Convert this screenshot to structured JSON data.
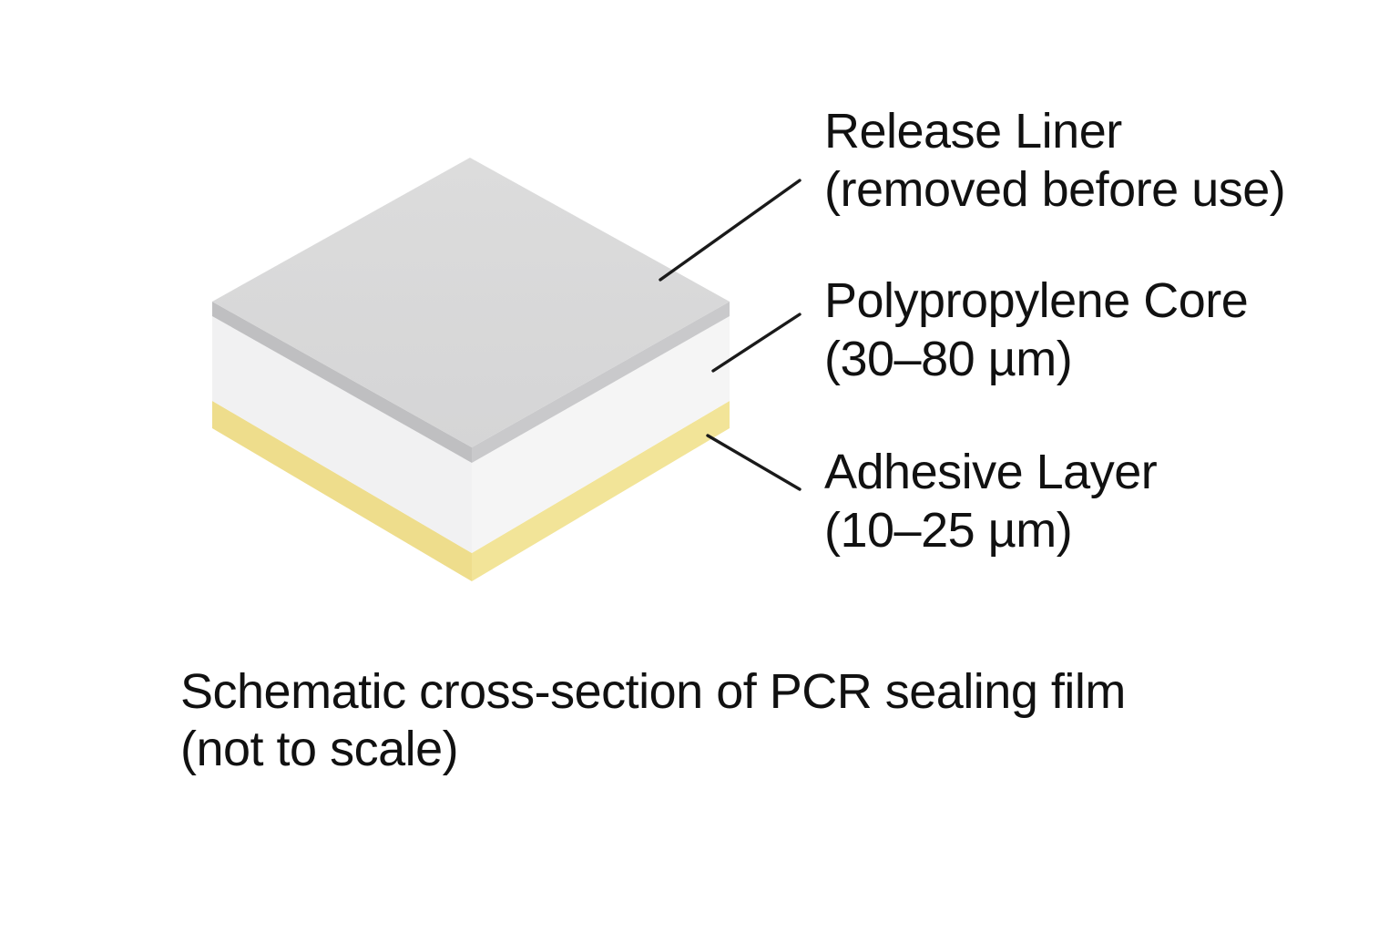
{
  "diagram": {
    "title_caption": {
      "line1": "Schematic cross-section of PCR sealing film",
      "line2": "(not to scale)"
    },
    "labels": [
      {
        "title": "Release Liner",
        "subtitle": "(removed before use)"
      },
      {
        "title": "Polypropylene Core",
        "subtitle": "(30–80 µm)"
      },
      {
        "title": "Adhesive Layer",
        "subtitle": "(10–25 µm)"
      }
    ],
    "layers": [
      {
        "name": "Release Liner",
        "note": "removed before use"
      },
      {
        "name": "Polypropylene Core",
        "thickness": "30–80 µm"
      },
      {
        "name": "Adhesive Layer",
        "thickness": "10–25 µm"
      }
    ],
    "colors": {
      "background": "#ffffff",
      "liner_top_light": "#dcdcdc",
      "liner_top": "#d5d5d6",
      "liner_side_left": "#bfbfc1",
      "liner_side_right": "#c9c9cb",
      "core_side_left": "#f1f1f2",
      "core_side_right": "#f5f5f5",
      "adhesive_side_left": "#eedd8c",
      "adhesive_side_right": "#f2e498",
      "leader_line": "#1a1a1a",
      "text": "#111111"
    }
  }
}
